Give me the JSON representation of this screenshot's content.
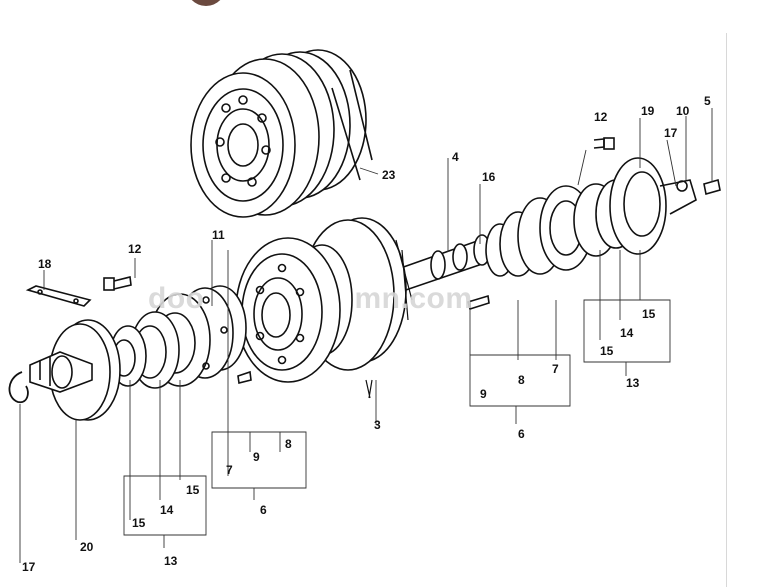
{
  "image": {
    "watermark_left": "doo",
    "watermark_right": "mn.com"
  },
  "callouts": [
    {
      "id": "c23",
      "text": "23"
    },
    {
      "id": "c4",
      "text": "4"
    },
    {
      "id": "c16",
      "text": "16"
    },
    {
      "id": "c12a",
      "text": "12"
    },
    {
      "id": "c19",
      "text": "19"
    },
    {
      "id": "c10",
      "text": "10"
    },
    {
      "id": "c5",
      "text": "5"
    },
    {
      "id": "c17a",
      "text": "17"
    },
    {
      "id": "c11",
      "text": "11"
    },
    {
      "id": "c12b",
      "text": "12"
    },
    {
      "id": "c18",
      "text": "18"
    },
    {
      "id": "c15a",
      "text": "15"
    },
    {
      "id": "c14a",
      "text": "14"
    },
    {
      "id": "c15b",
      "text": "15"
    },
    {
      "id": "c13a",
      "text": "13"
    },
    {
      "id": "c8a",
      "text": "8"
    },
    {
      "id": "c7a",
      "text": "7"
    },
    {
      "id": "c9a",
      "text": "9"
    },
    {
      "id": "c6a",
      "text": "6"
    },
    {
      "id": "c3",
      "text": "3"
    },
    {
      "id": "c8b",
      "text": "8"
    },
    {
      "id": "c9b",
      "text": "9"
    },
    {
      "id": "c7b",
      "text": "7"
    },
    {
      "id": "c6b",
      "text": "6"
    },
    {
      "id": "c15c",
      "text": "15"
    },
    {
      "id": "c14b",
      "text": "14"
    },
    {
      "id": "c15d",
      "text": "15"
    },
    {
      "id": "c20",
      "text": "20"
    },
    {
      "id": "c13b",
      "text": "13"
    },
    {
      "id": "c17b",
      "text": "17"
    }
  ]
}
